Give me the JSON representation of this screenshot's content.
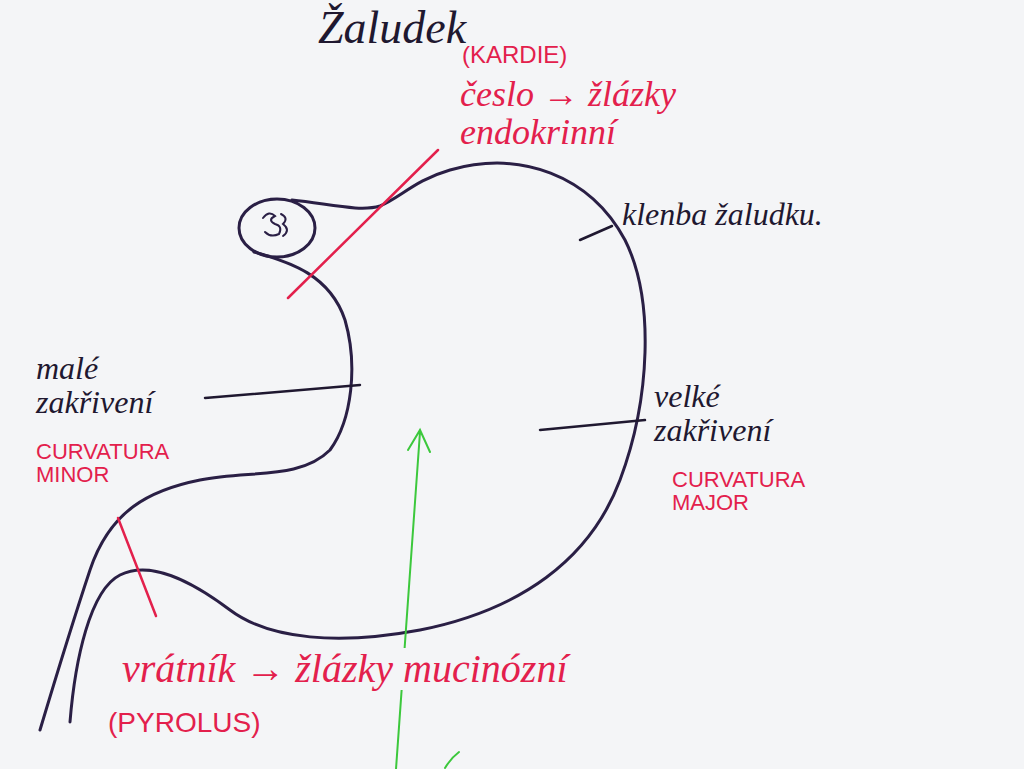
{
  "diagram": {
    "title": "Žaludek",
    "labels": [
      "(KARDIE)",
      "česlo → žlázky endokrinní",
      "klenba žaludku.",
      "malé zakřivení",
      "CURVATURA MINOR",
      "velké zakřivení",
      "CURVATURA MAJOR",
      "vrátník → žlázky mucinózní",
      "(PYROLUS)"
    ]
  }
}
